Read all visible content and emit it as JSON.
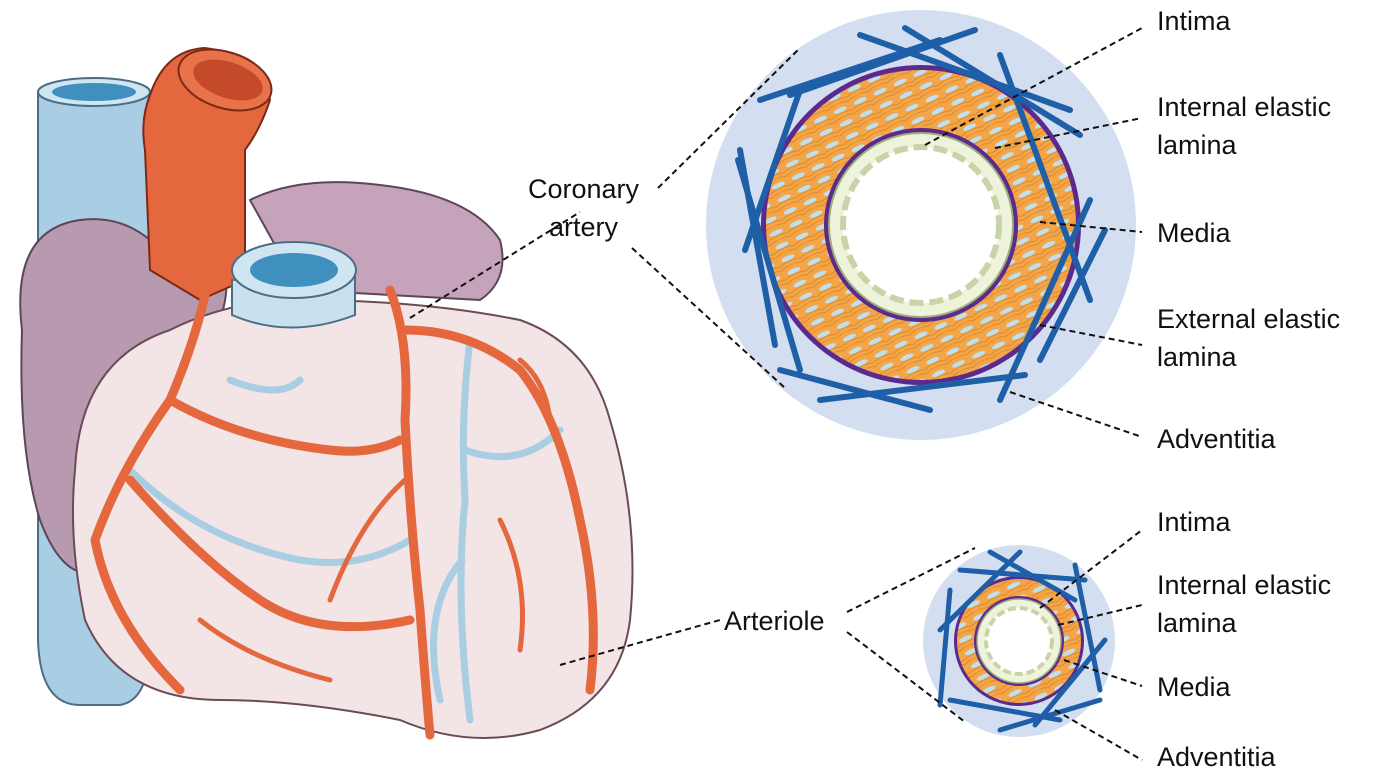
{
  "heart_labels": {
    "coronary_artery": [
      "Coronary",
      "artery"
    ],
    "arteriole": "Arteriole"
  },
  "coronary_cross_section": {
    "intima": "Intima",
    "internal_elastic_lamina": [
      "Internal elastic",
      "lamina"
    ],
    "media": "Media",
    "external_elastic_lamina": [
      "External elastic",
      "lamina"
    ],
    "adventitia": "Adventitia"
  },
  "arteriole_cross_section": {
    "intima": "Intima",
    "internal_elastic_lamina": [
      "Internal elastic",
      "lamina"
    ],
    "media": "Media",
    "adventitia": "Adventitia"
  },
  "colors": {
    "adventitia_bg": "#d3dff0",
    "collagen": "#1f5fa8",
    "media": "#f3a544",
    "elastic_lamina": "#5b2a8c",
    "endothelium": "#eef3dc",
    "artery": "#e4673e",
    "vein": "#a9cde3",
    "myocardium": "#f3e4e6",
    "atrium": "#b89ab0"
  }
}
